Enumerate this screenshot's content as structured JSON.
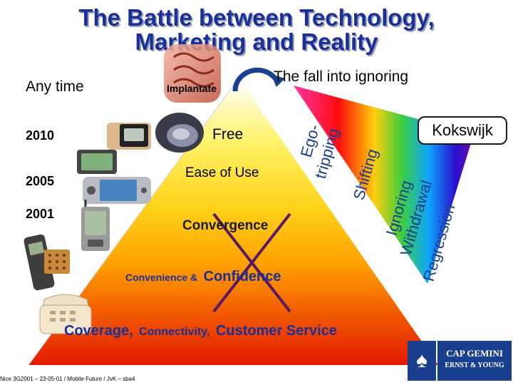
{
  "title": {
    "line1": "The Battle between Technology,",
    "line2": "Marketing and Reality"
  },
  "left_labels": {
    "any_time": "Any time",
    "years": [
      "2010",
      "2005",
      "2001"
    ]
  },
  "implant_label": "Implantate",
  "fall_label": "The fall into ignoring",
  "pyramid_levels": {
    "free": "Free",
    "ease": "Ease of Use",
    "convergence": "Convergence",
    "convenience_small": "Convenience &",
    "convenience_big": "Confidence",
    "coverage_big": "Coverage,",
    "coverage_small": "Connectivity,",
    "coverage_end": "Customer Service"
  },
  "fan_labels": [
    "Ego-",
    "tripping",
    "Shifting",
    "Ignoring",
    "Withdrawal",
    "Regression"
  ],
  "kokswijk": "Kokswijk",
  "footer": "Nice 3G2001 – 23-05-01 / Mobile Future / JvK – sba4",
  "logo": {
    "line1": "CAP GEMINI",
    "line2": "ERNST & YOUNG"
  },
  "colors": {
    "title": "#1b2f99",
    "cross": "#5a1a63",
    "logo_bg": "#1b3f8f"
  },
  "icons": [
    "implant-body-icon",
    "helmet-device-icon",
    "wrist-device-icon",
    "pda-2010-icon",
    "pda-2005-icon",
    "pda-2001-icon",
    "mobile-phone-icon",
    "desk-phone-icon",
    "curved-arrow-icon",
    "spade-icon"
  ]
}
